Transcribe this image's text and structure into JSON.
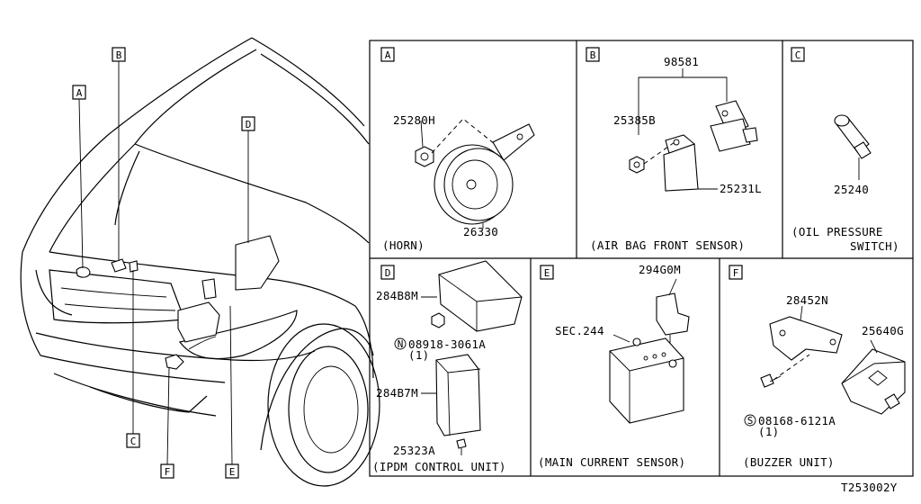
{
  "callouts": {
    "A": "A",
    "B": "B",
    "C": "C",
    "D": "D",
    "E": "E",
    "F": "F"
  },
  "panels": {
    "A": {
      "letter": "A",
      "caption": "(HORN)",
      "parts": {
        "nut": "25280H",
        "horn": "26330"
      }
    },
    "B": {
      "letter": "B",
      "caption": "(AIR BAG FRONT SENSOR)",
      "parts": {
        "group": "98581",
        "nut": "25385B",
        "sensor": "25231L"
      }
    },
    "C": {
      "letter": "C",
      "caption_line1": "(OIL PRESSURE",
      "caption_line2": "SWITCH)",
      "parts": {
        "switch": "25240"
      }
    },
    "D": {
      "letter": "D",
      "caption": "(IPDM CONTROL UNIT)",
      "parts": {
        "cover": "284B8M",
        "nut": "08918-3061A",
        "nut_qty": "(1)",
        "nut_symbol": "N",
        "unit": "284B7M",
        "bolt": "25323A"
      }
    },
    "E": {
      "letter": "E",
      "caption": "(MAIN CURRENT SENSOR)",
      "parts": {
        "sensor": "294G0M",
        "ref": "SEC.244"
      }
    },
    "F": {
      "letter": "F",
      "caption": "(BUZZER UNIT)",
      "parts": {
        "bracket": "28452N",
        "buzzer": "25640G",
        "screw": "08168-6121A",
        "screw_qty": "(1)",
        "screw_symbol": "S"
      }
    }
  },
  "diagram_code": "T253002Y"
}
